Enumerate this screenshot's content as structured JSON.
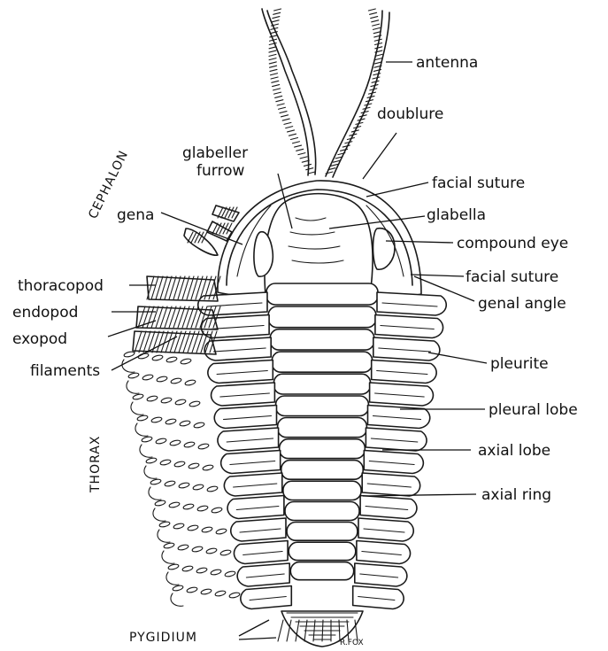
{
  "labels": {
    "antenna": "antenna",
    "doublure": "doublure",
    "glabellar_furrow_line1": "glabeller",
    "glabellar_furrow_line2": "furrow",
    "facial_suture_top": "facial suture",
    "glabella": "glabella",
    "gena": "gena",
    "compound_eye": "compound eye",
    "facial_suture_lower": "facial suture",
    "genal_angle": "genal angle",
    "thoracopod": "thoracopod",
    "endopod": "endopod",
    "exopod": "exopod",
    "filaments": "filaments",
    "pleurite": "pleurite",
    "pleural_lobe": "pleural lobe",
    "axial_lobe": "axial lobe",
    "axial_ring": "axial ring",
    "cephalon": "CEPHALON",
    "thorax": "THORAX",
    "pygidium": "PYGIDIUM",
    "signature": "R.FOX"
  },
  "colors": {
    "ink": "#1a1a1a",
    "paper": "#ffffff"
  }
}
